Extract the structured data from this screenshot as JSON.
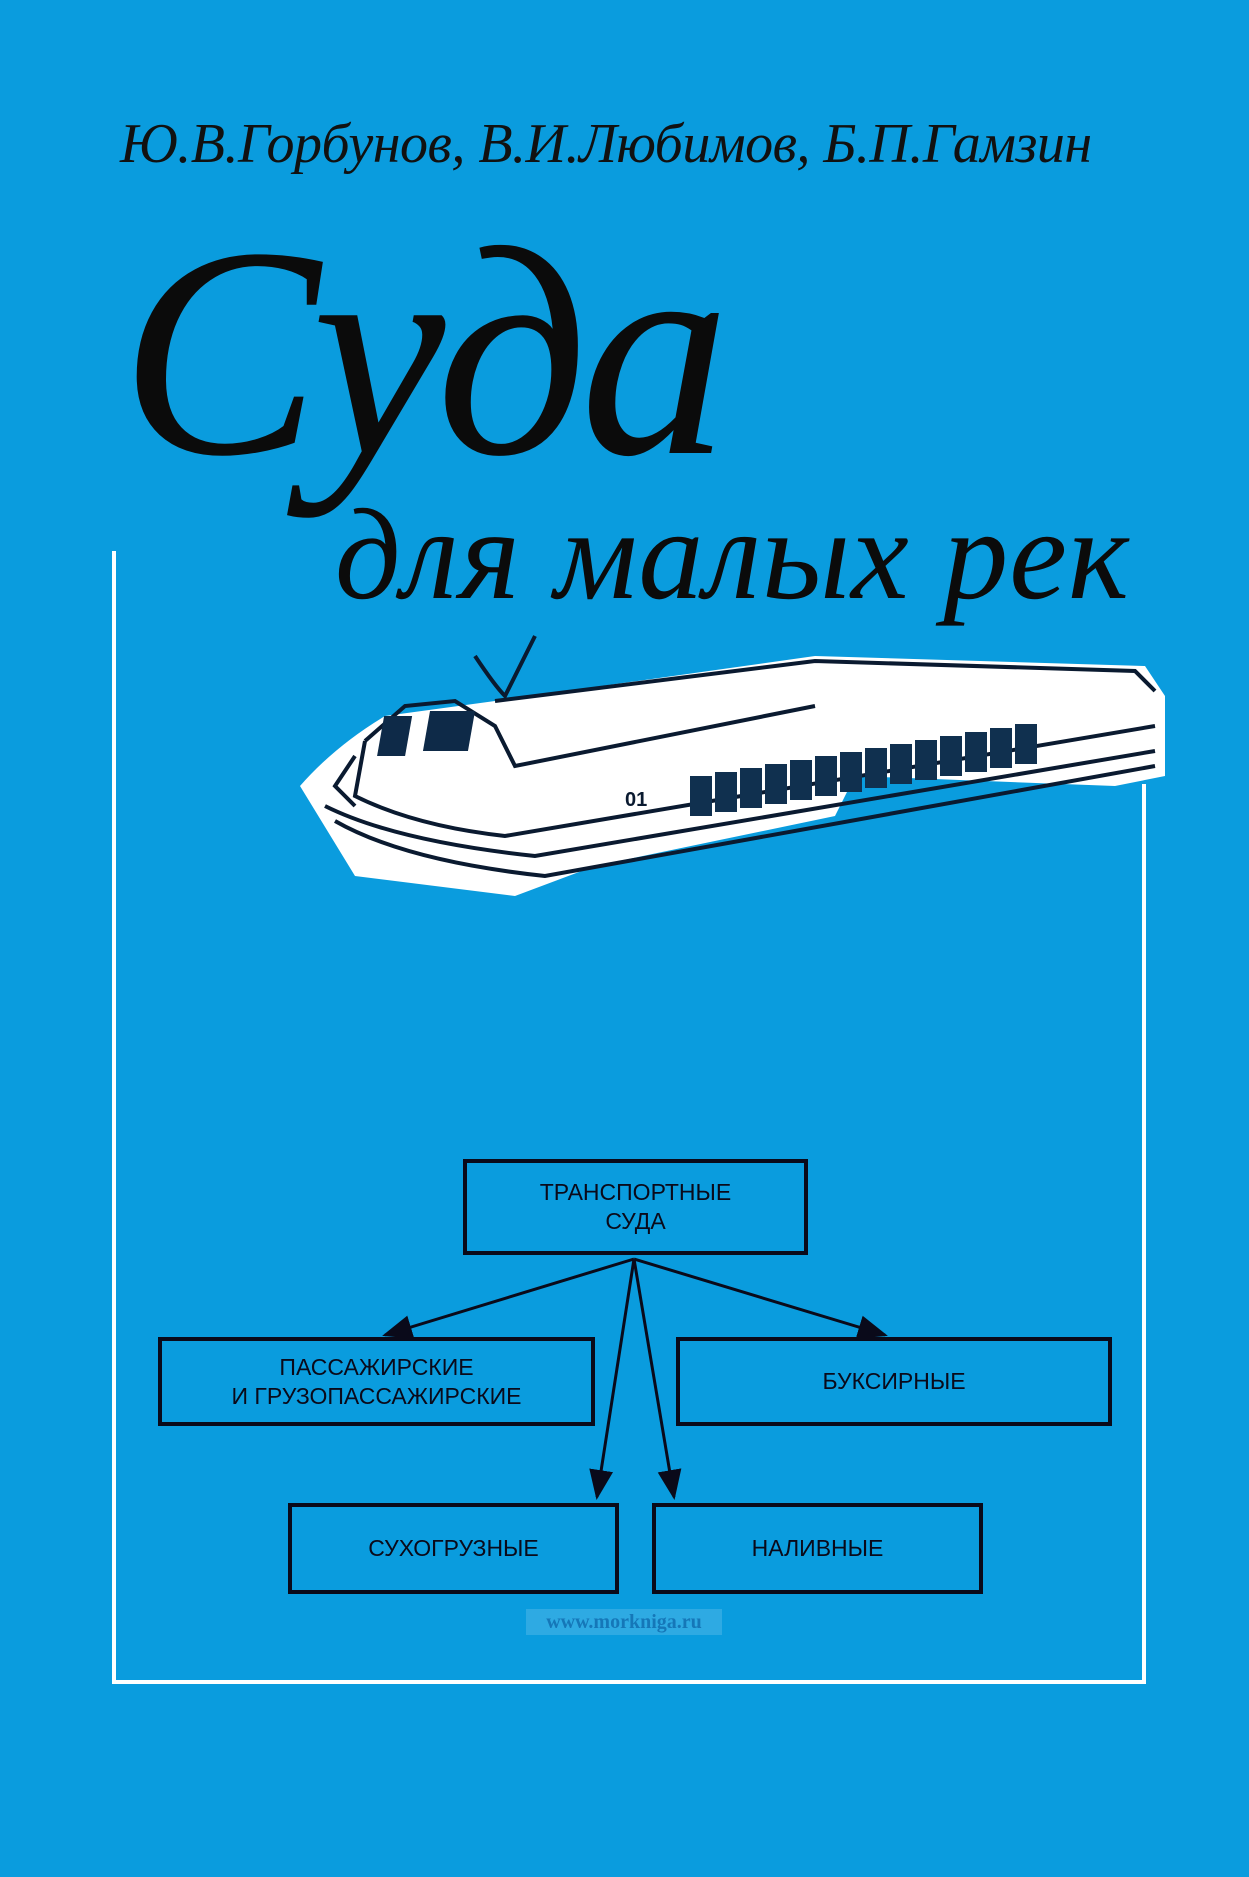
{
  "cover": {
    "authors": "Ю.В.Горбунов, В.И.Любимов, Б.П.Гамзин",
    "title_line1": "Суда",
    "title_line2": "для малых рек",
    "boat_number": "01"
  },
  "diagram": {
    "root": {
      "line1": "ТРАНСПОРТНЫЕ",
      "line2": "СУДА"
    },
    "passenger": {
      "line1": "ПАССАЖИРСКИЕ",
      "line2": "И ГРУЗОПАССАЖИРСКИЕ"
    },
    "towing": "БУКСИРНЫЕ",
    "dry_cargo": "СУХОГРУЗНЫЕ",
    "tanker": "НАЛИВНЫЕ"
  },
  "watermark": "www.morkniga.ru",
  "colors": {
    "background": "#0a9cde",
    "ink": "#0a0a1a"
  }
}
